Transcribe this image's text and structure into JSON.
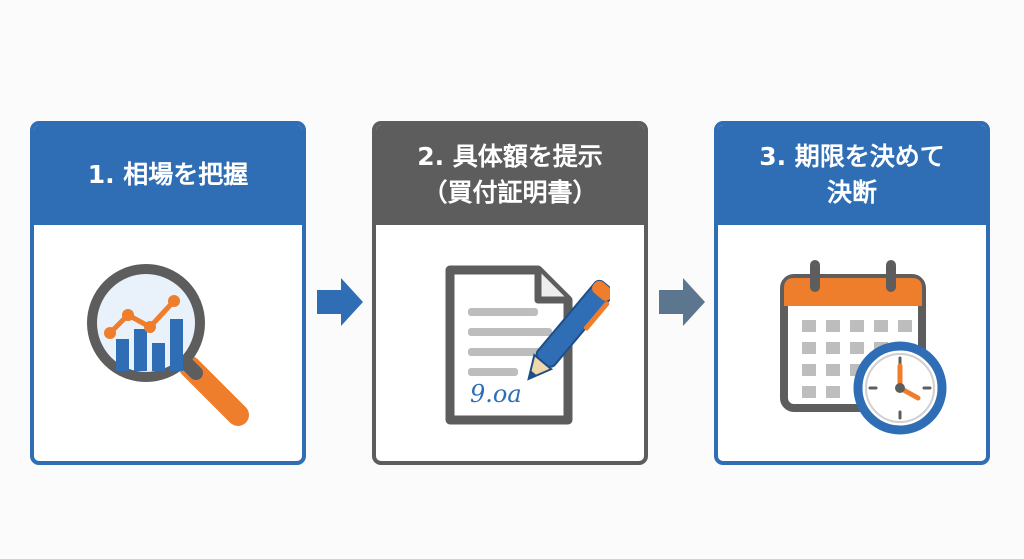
{
  "steps": [
    {
      "title_line1": "1. 相場を把握",
      "title_line2": "",
      "icon": "magnifier-chart-icon",
      "color": "#2f6eb5"
    },
    {
      "title_line1": "2. 具体額を提示",
      "title_line2": "（買付証明書）",
      "icon": "document-signature-icon",
      "color": "#5d5d5d"
    },
    {
      "title_line1": "3. 期限を決めて",
      "title_line2": "決断",
      "icon": "calendar-clock-icon",
      "color": "#2f6eb5"
    }
  ],
  "document": {
    "signature": "9.oa"
  },
  "colors": {
    "blue": "#2f6eb5",
    "gray": "#5d5d5d",
    "orange": "#ee7d2c",
    "arrow_blue": "#2f6eb5",
    "arrow_gray": "#5d7690"
  }
}
